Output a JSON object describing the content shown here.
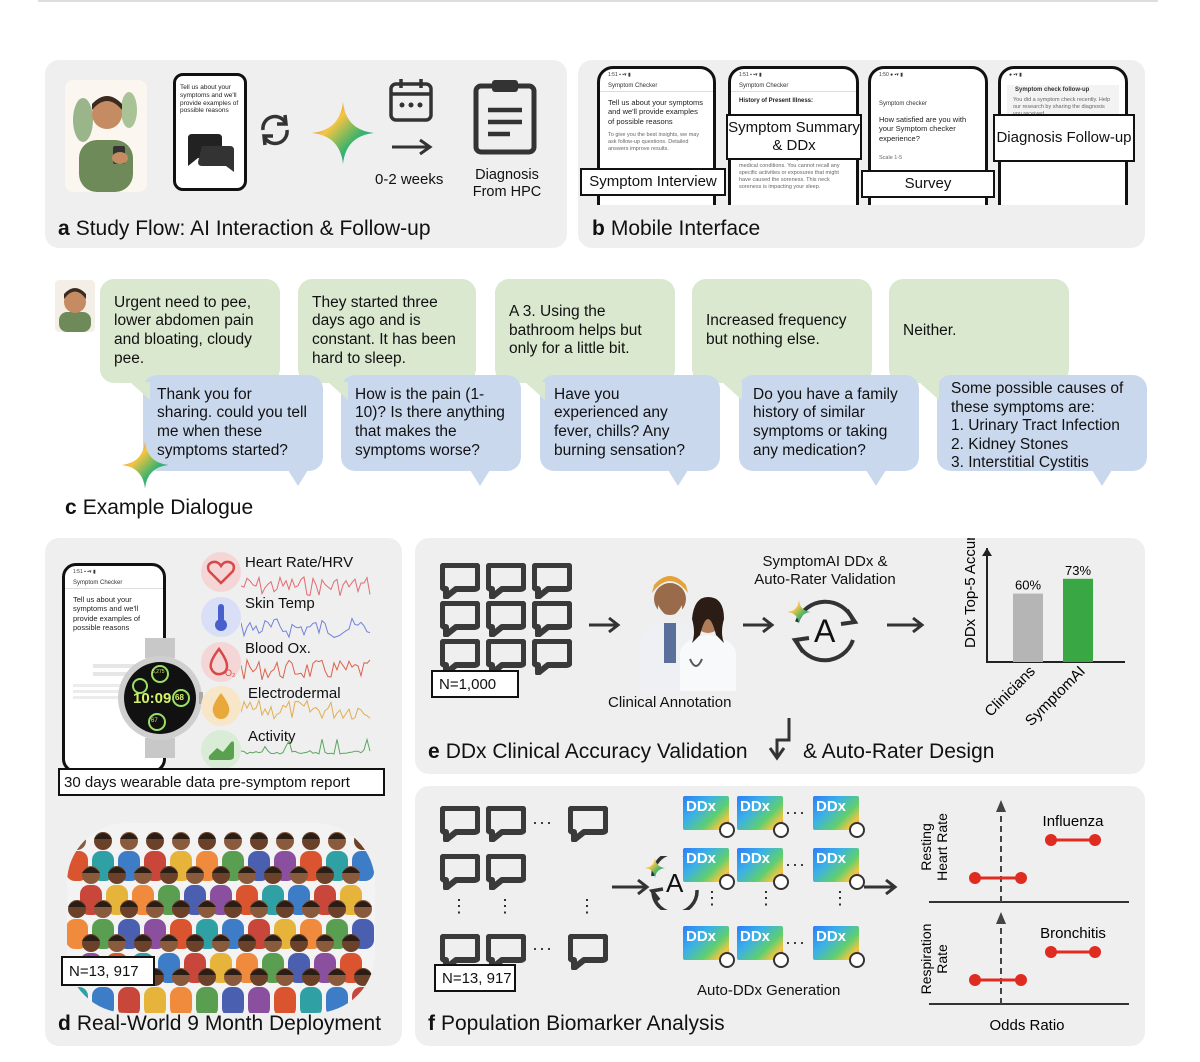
{
  "panel_a": {
    "phone_text": "Tell us about your symptoms and we'll provide examples of possible reasons",
    "weeks": "0-2 weeks",
    "diagnosis": "Diagnosis From HPC",
    "label_letter": "a",
    "label": "Study Flow: AI Interaction & Follow-up"
  },
  "panel_b": {
    "phones": [
      {
        "title": "Symptom Checker",
        "body": "Tell us about your symptoms and we'll provide examples of possible reasons",
        "small": "To give you the best insights, we may ask follow-up questions. Detailed answers improve results."
      },
      {
        "title": "Symptom Checker",
        "body": "History of Present Illness:",
        "small": "and you do not have any relevant active medical conditions. You cannot recall any specific activities or exposures that might have caused the soreness. This neck soreness is impacting your sleep."
      },
      {
        "title": "Symptom checker",
        "body": "How satisfied are you with your Symptom checker experience?",
        "small": "Scale 1-5"
      },
      {
        "title": "Symptom check follow-up",
        "body": "",
        "small": "You did a symptom check recently. Help our research by sharing the diagnosis you received."
      }
    ],
    "tags": [
      "Symptom Interview",
      "Symptom Summary & DDx",
      "Survey",
      "Diagnosis Follow-up"
    ],
    "label_letter": "b",
    "label": "Mobile Interface"
  },
  "panel_c": {
    "user": [
      "Urgent need to pee, lower abdomen pain and bloating, cloudy pee.",
      "They started three days ago and is constant. It has been hard to sleep.",
      "A 3. Using the bathroom helps but only for a little bit.",
      "Increased frequency but nothing else.",
      "Neither."
    ],
    "ai": [
      "Thank you for sharing. could you tell me when these symptoms started?",
      "How is the pain (1-10)? Is there anything that makes the symptoms worse?",
      "Have you experienced any fever, chills? Any burning sensation?",
      "Do you have a family history of similar symptoms or taking any medication?"
    ],
    "causes_intro": "Some possible causes of these symptoms are:",
    "causes": [
      "1. Urinary Tract Infection",
      "2. Kidney Stones",
      "3. Interstitial Cystitis"
    ],
    "label_letter": "c",
    "label": "Example Dialogue"
  },
  "panel_d": {
    "phone_title": "Symptom Checker",
    "phone_body": "Tell us about your symptoms and we'll provide examples of possible reasons",
    "watch_time": "10:09",
    "watch_steps": "5,275",
    "watch_hr": "68",
    "watch_pct": "67",
    "signals": [
      "Heart Rate/HRV",
      "Skin Temp",
      "Blood Ox.",
      "Electrodermal",
      "Activity"
    ],
    "signal_colors": [
      "#e0555a",
      "#5a6fd6",
      "#d8492e",
      "#e0a232",
      "#3f9a45"
    ],
    "wearable_caption": "30 days wearable data pre-symptom report",
    "n": "N=13, 917",
    "label_letter": "d",
    "label": "Real-World 9 Month Deployment"
  },
  "panel_e": {
    "n": "N=1,000",
    "annotation": "Clinical Annotation",
    "validation": "SymptomAI DDx & Auto-Rater Validation",
    "autorater": "A",
    "label_letter": "e",
    "label": "DDx Clinical Accuracy Validation",
    "label_suffix": "& Auto-Rater Design",
    "chart_data": {
      "type": "bar",
      "categories": [
        "Clinicians",
        "SymptomAI"
      ],
      "values": [
        60,
        73
      ],
      "value_labels": [
        "60%",
        "73%"
      ],
      "ylabel": "DDx Top-5 Accuracy",
      "colors": [
        "#b5b5b5",
        "#3aa745"
      ]
    }
  },
  "panel_f": {
    "n": "N=13, 917",
    "ddx": "DDx",
    "autorater": "A",
    "generation": "Auto-DDx Generation",
    "plots": [
      {
        "ylabel": "Resting Heart Rate",
        "disease": "Influenza"
      },
      {
        "ylabel": "Respiration Rate",
        "disease": "Bronchitis"
      }
    ],
    "xlabel": "Odds Ratio",
    "label_letter": "f",
    "label": "Population Biomarker Analysis"
  }
}
